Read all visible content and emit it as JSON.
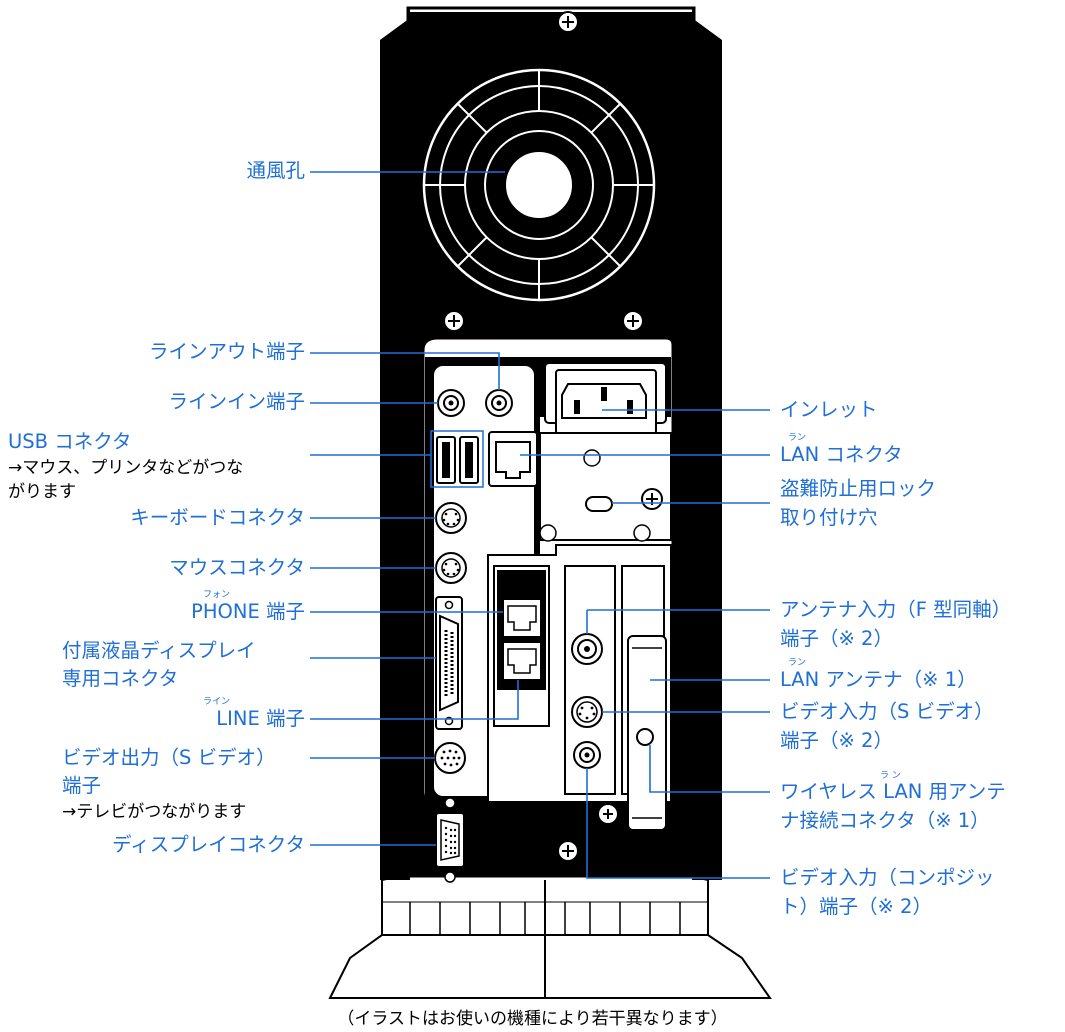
{
  "labels": {
    "vent": "通風孔",
    "line_out": "ラインアウト端子",
    "line_in": "ラインイン端子",
    "usb": "USB コネクタ",
    "usb_note_1": "→マウス、プリンタなどがつな",
    "usb_note_2": "がります",
    "keyboard": "キーボードコネクタ",
    "mouse": "マウスコネクタ",
    "phone": "PHONE 端子",
    "phone_ruby": "フォン",
    "lcd_1": "付属液晶ディスプレイ",
    "lcd_2": "専用コネクタ",
    "line": "LINE 端子",
    "line_ruby": "ライン",
    "video_out_1": "ビデオ出力（S ビデオ）",
    "video_out_2": "端子",
    "video_out_note": "→テレビがつながります",
    "display": "ディスプレイコネクタ",
    "inlet": "インレット",
    "lan": "LAN コネクタ",
    "lan_ruby": "ラン",
    "anti_theft_1": "盗難防止用ロック",
    "anti_theft_2": "取り付け穴",
    "antenna_1": "アンテナ入力（F 型同軸）",
    "antenna_2": "端子（※ 2）",
    "lan_antenna": "LAN アンテナ（※ 1）",
    "lan_antenna_ruby": "ラン",
    "video_in_s_1": "ビデオ入力（S ビデオ）",
    "video_in_s_2": "端子（※ 2）",
    "wireless_1": "ワイヤレス LAN 用アンテ",
    "wireless_2": "ナ接続コネクタ（※ 1）",
    "wireless_ruby": "ラ ン",
    "video_in_c_1": "ビデオ入力（コンポジッ",
    "video_in_c_2": "ト）端子（※ 2）"
  },
  "caption": "（イラストはお使いの機種により若干異なります）",
  "colors": {
    "label": "#1f6fd6",
    "line": "#1f6fd6",
    "device": "#000000"
  }
}
